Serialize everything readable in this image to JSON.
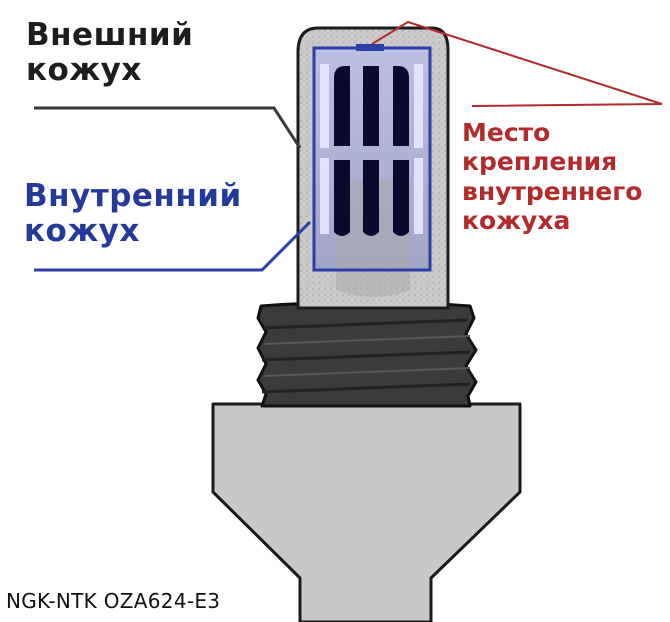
{
  "labels": {
    "outer_shell": [
      "Внешний",
      "кожух"
    ],
    "inner_shell": [
      "Внутренний",
      "кожух"
    ],
    "inner_shell_mount": [
      "Место",
      "крепления",
      "внутреннего",
      "кожуха"
    ]
  },
  "part_code": "NGK-NTK OZA624-E3",
  "colors": {
    "outer_label": "#1d1d1b",
    "inner_label": "#233a9c",
    "mount_label": "#b32a2a",
    "outer_shell_fill": "#c9c9c9",
    "inner_shell_stroke": "#2b3fa6",
    "thread_fill": "#3b3b3b",
    "body_fill": "#c8c8c8",
    "slot_fill": "#0a0a2e"
  }
}
